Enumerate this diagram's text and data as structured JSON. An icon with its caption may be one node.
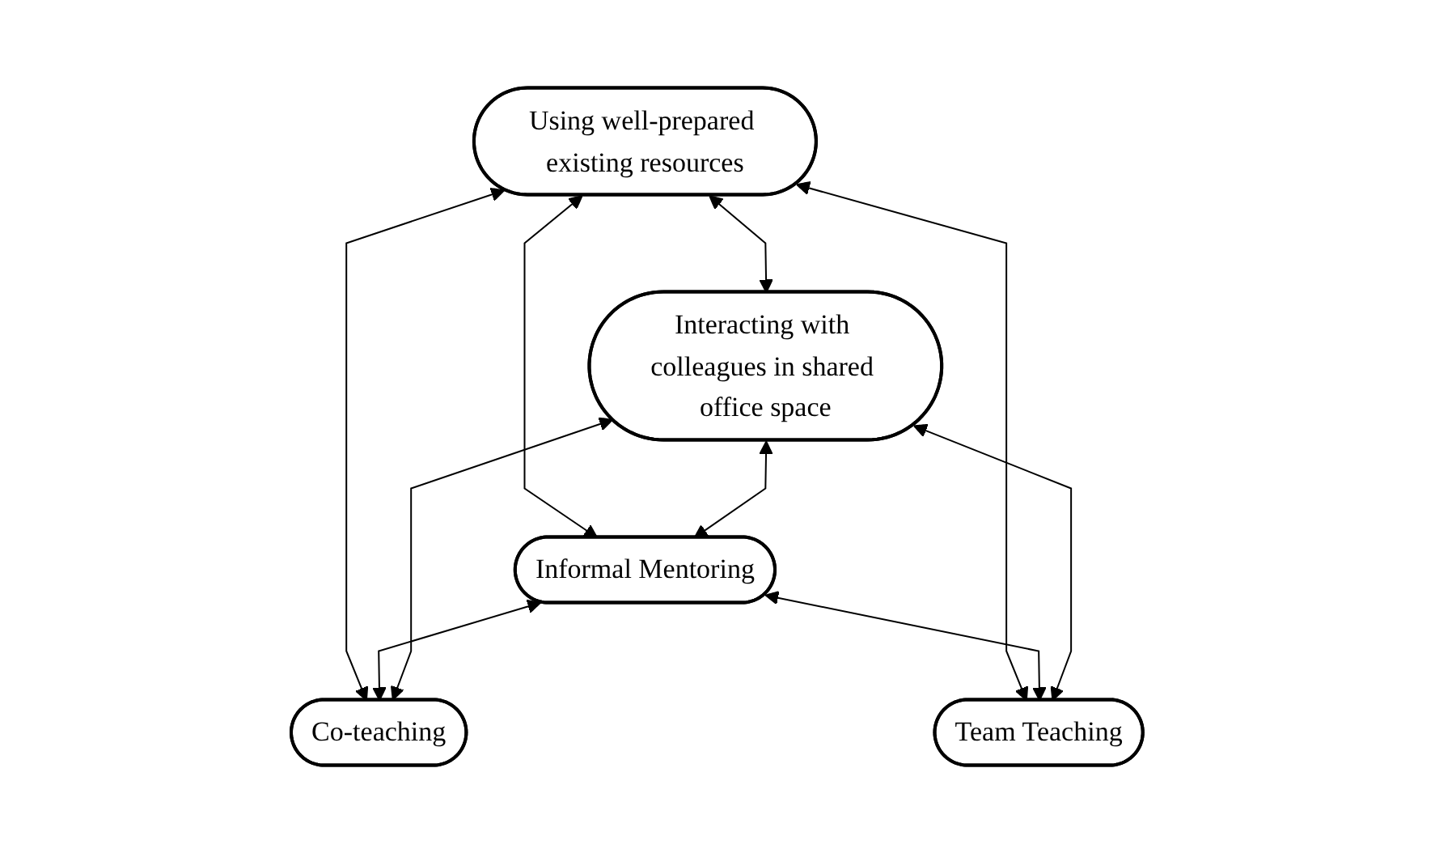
{
  "diagram": {
    "nodes": [
      {
        "text": [
          "Interacting with colleagues in shared office space"
        ]
      },
      {
        "text": [
          "Using well-prepared existing resources"
        ]
      },
      {
        "text": [
          "Informal Mentoring"
        ]
      },
      {
        "text": [
          "Co-teaching"
        ]
      },
      {
        "text": [
          "Team Teaching"
        ]
      }
    ],
    "edges": [
      {
        "from": 1,
        "to": 0,
        "arrow": "both"
      },
      {
        "from": 1,
        "to": 2,
        "arrow": "both"
      },
      {
        "from": 0,
        "to": 2,
        "arrow": "both"
      },
      {
        "from": 1,
        "to": 3,
        "arrow": "both"
      },
      {
        "from": 2,
        "to": 3,
        "arrow": "both"
      },
      {
        "from": 3,
        "to": 0,
        "arrow": "both"
      },
      {
        "from": 1,
        "to": 4,
        "arrow": "both"
      },
      {
        "from": 2,
        "to": 4,
        "arrow": "both"
      },
      {
        "from": 0,
        "to": 4,
        "arrow": "both"
      }
    ]
  }
}
